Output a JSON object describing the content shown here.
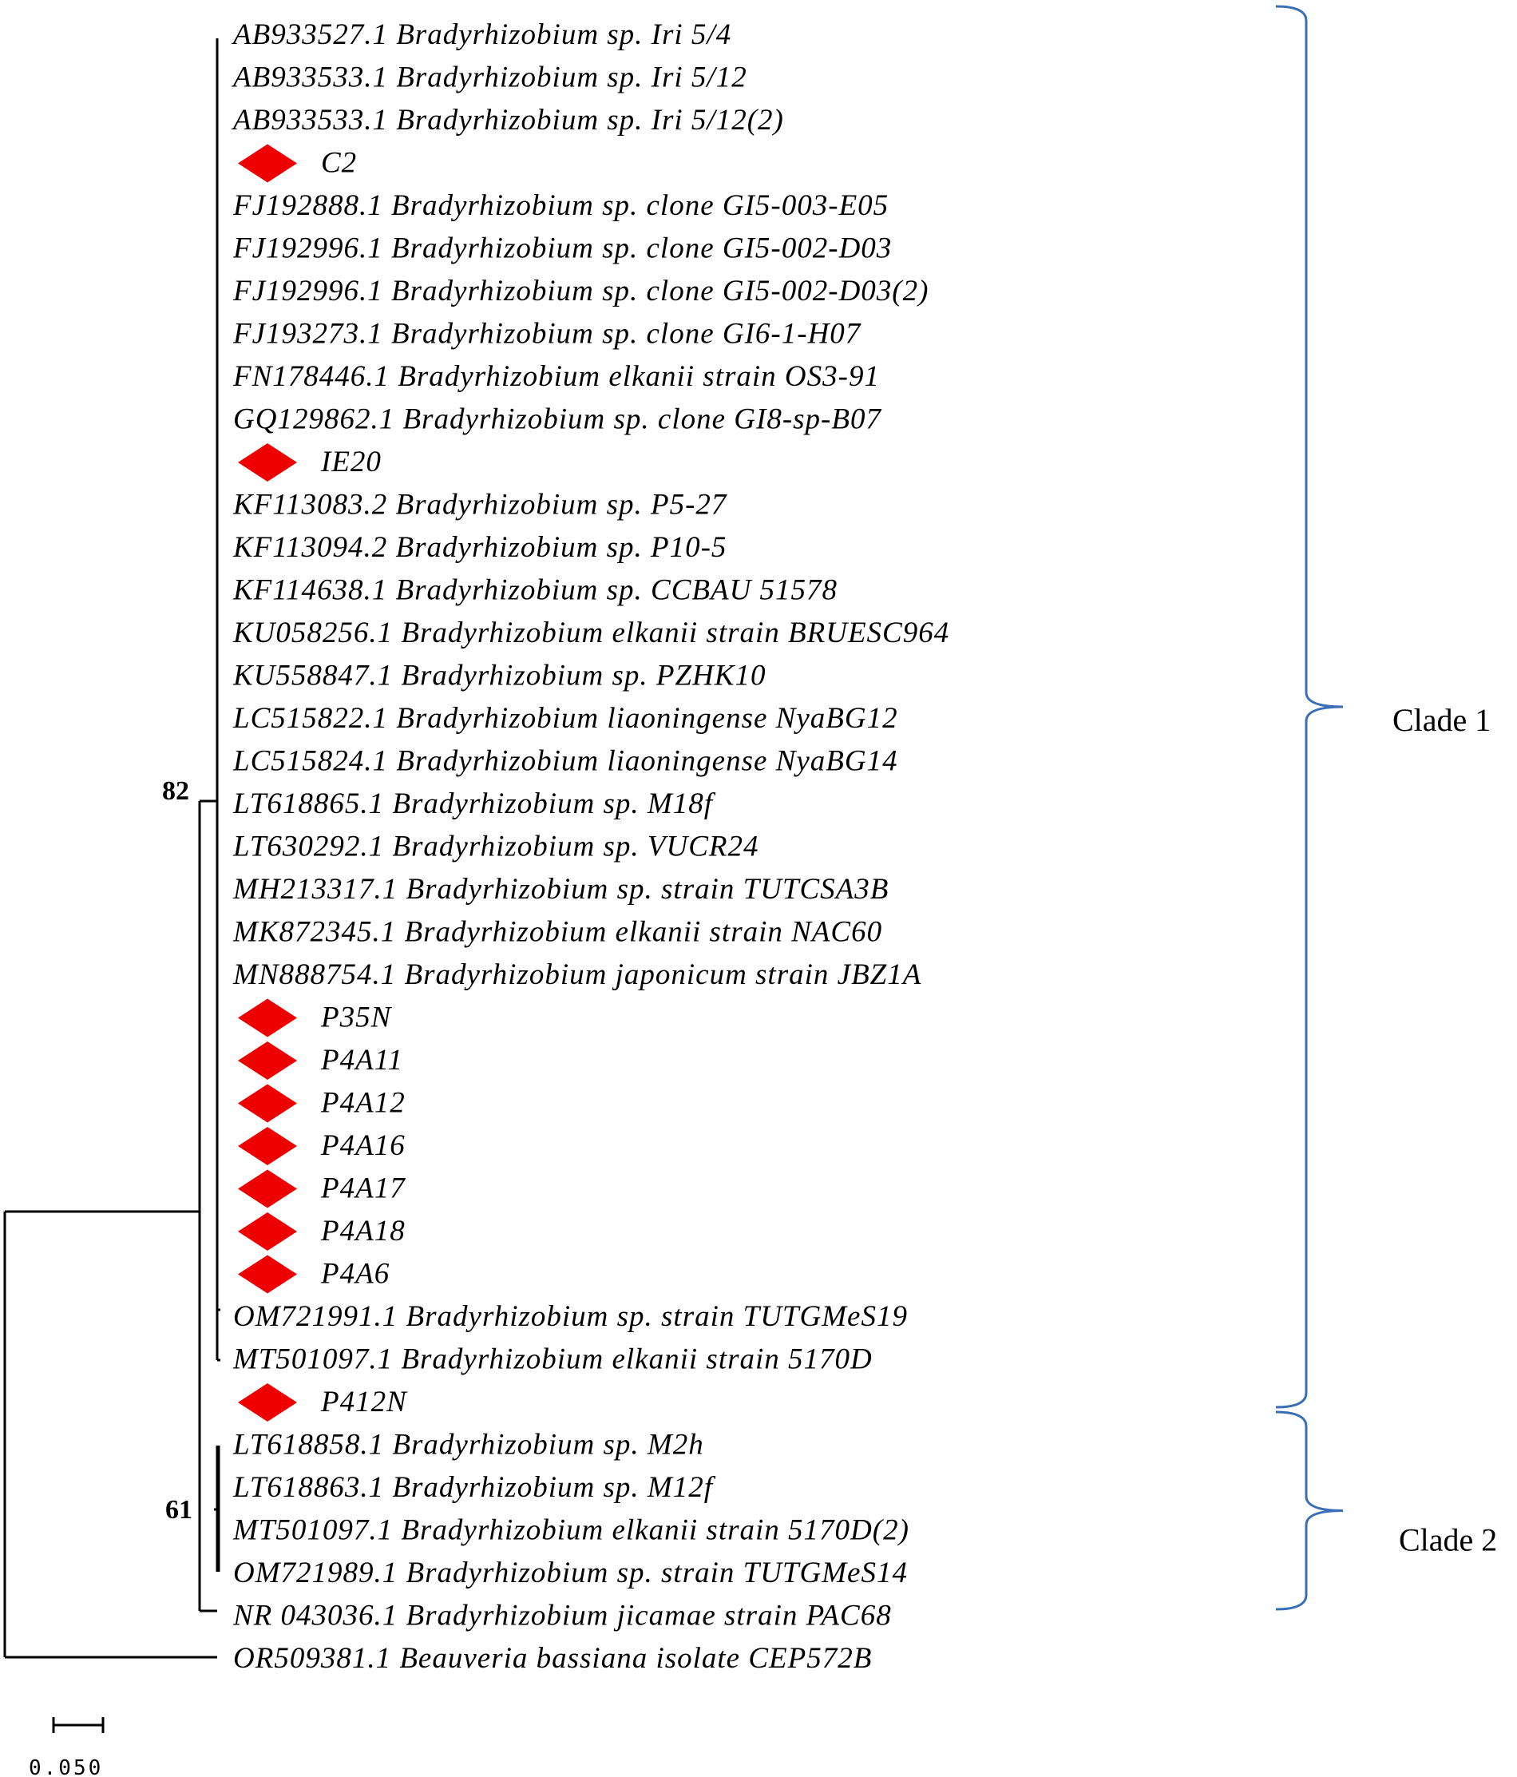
{
  "taxa": [
    {
      "label": "AB933527.1 Bradyrhizobium sp. Iri 5/4",
      "marked": false
    },
    {
      "label": "AB933533.1 Bradyrhizobium sp. Iri 5/12",
      "marked": false
    },
    {
      "label": "AB933533.1 Bradyrhizobium sp. Iri 5/12(2)",
      "marked": false
    },
    {
      "label": "C2",
      "marked": true
    },
    {
      "label": "FJ192888.1 Bradyrhizobium sp. clone GI5-003-E05",
      "marked": false
    },
    {
      "label": "FJ192996.1 Bradyrhizobium sp. clone GI5-002-D03",
      "marked": false
    },
    {
      "label": "FJ192996.1 Bradyrhizobium sp. clone GI5-002-D03(2)",
      "marked": false
    },
    {
      "label": "FJ193273.1 Bradyrhizobium sp. clone GI6-1-H07",
      "marked": false
    },
    {
      "label": "FN178446.1 Bradyrhizobium elkanii strain OS3-91",
      "marked": false
    },
    {
      "label": "GQ129862.1 Bradyrhizobium sp. clone GI8-sp-B07",
      "marked": false
    },
    {
      "label": "IE20",
      "marked": true
    },
    {
      "label": "KF113083.2 Bradyrhizobium sp. P5-27",
      "marked": false
    },
    {
      "label": "KF113094.2 Bradyrhizobium sp. P10-5",
      "marked": false
    },
    {
      "label": "KF114638.1 Bradyrhizobium sp. CCBAU 51578",
      "marked": false
    },
    {
      "label": "KU058256.1 Bradyrhizobium elkanii strain BRUESC964",
      "marked": false
    },
    {
      "label": "KU558847.1 Bradyrhizobium sp. PZHK10",
      "marked": false
    },
    {
      "label": "LC515822.1 Bradyrhizobium liaoningense NyaBG12",
      "marked": false
    },
    {
      "label": "LC515824.1 Bradyrhizobium liaoningense NyaBG14",
      "marked": false
    },
    {
      "label": "LT618865.1 Bradyrhizobium sp. M18f",
      "marked": false
    },
    {
      "label": "LT630292.1 Bradyrhizobium sp. VUCR24",
      "marked": false
    },
    {
      "label": "MH213317.1 Bradyrhizobium sp. strain TUTCSA3B",
      "marked": false
    },
    {
      "label": "MK872345.1 Bradyrhizobium elkanii strain NAC60",
      "marked": false
    },
    {
      "label": "MN888754.1 Bradyrhizobium japonicum strain JBZ1A",
      "marked": false
    },
    {
      "label": "P35N",
      "marked": true
    },
    {
      "label": "P4A11",
      "marked": true
    },
    {
      "label": "P4A12",
      "marked": true
    },
    {
      "label": "P4A16",
      "marked": true
    },
    {
      "label": "P4A17",
      "marked": true
    },
    {
      "label": "P4A18",
      "marked": true
    },
    {
      "label": "P4A6",
      "marked": true
    },
    {
      "label": "OM721991.1 Bradyrhizobium sp. strain TUTGMeS19",
      "marked": false
    },
    {
      "label": "MT501097.1 Bradyrhizobium elkanii strain 5170D",
      "marked": false
    },
    {
      "label": "P412N",
      "marked": true
    },
    {
      "label": "LT618858.1 Bradyrhizobium sp. M2h",
      "marked": false
    },
    {
      "label": "LT618863.1 Bradyrhizobium sp. M12f",
      "marked": false
    },
    {
      "label": "MT501097.1 Bradyrhizobium elkanii strain 5170D(2)",
      "marked": false
    },
    {
      "label": "OM721989.1 Bradyrhizobium sp. strain TUTGMeS14",
      "marked": false
    },
    {
      "label": "NR 043036.1 Bradyrhizobium jicamae strain PAC68",
      "marked": false
    },
    {
      "label": "OR509381.1 Beauveria bassiana isolate CEP572B",
      "marked": false
    }
  ],
  "bootstrap": {
    "upper": "82",
    "lower": "61"
  },
  "clades": [
    {
      "label": "Clade 1",
      "from_taxon": 0,
      "to_taxon": 32
    },
    {
      "label": "Clade 2",
      "from_taxon": 32,
      "to_taxon": 37
    }
  ],
  "scale_bar": {
    "value": "0.050"
  },
  "colors": {
    "marker": "#ee0000",
    "bracket": "#3a6fb5",
    "line": "#000000"
  },
  "marker_shape": "diamond"
}
